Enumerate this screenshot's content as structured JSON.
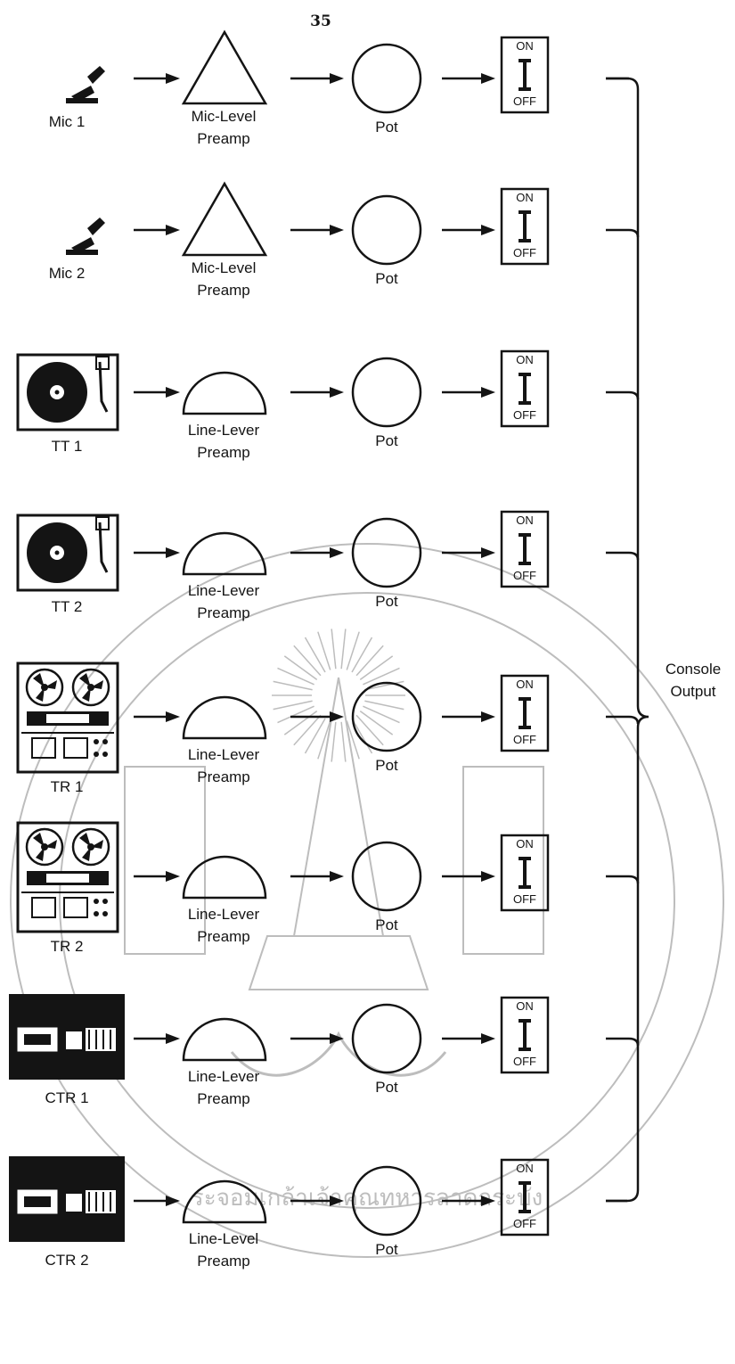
{
  "page_number": "35",
  "switch_labels": {
    "on": "ON",
    "off": "OFF"
  },
  "output_label": "Console\nOutput",
  "colors": {
    "ink": "#141414",
    "watermark": "#bdbdbd",
    "background": "#ffffff"
  },
  "watermark": {
    "type": "university-seal",
    "lettering": "มหาวิทยาลัยเทคโนโลยีพระจอมเกล้าเจ้าคุณทหารลาดกระบัง"
  },
  "channels": [
    {
      "source": "Mic 1",
      "source_icon": "microphone-icon",
      "preamp_shape": "triangle",
      "preamp_label": "Mic-Level\nPreamp",
      "pot_label": "Pot"
    },
    {
      "source": "Mic 2",
      "source_icon": "microphone-icon",
      "preamp_shape": "triangle",
      "preamp_label": "Mic-Level\nPreamp",
      "pot_label": "Pot"
    },
    {
      "source": "TT 1",
      "source_icon": "turntable-icon",
      "preamp_shape": "semicircle",
      "preamp_label": "Line-Lever\nPreamp",
      "pot_label": "Pot"
    },
    {
      "source": "TT 2",
      "source_icon": "turntable-icon",
      "preamp_shape": "semicircle",
      "preamp_label": "Line-Lever\nPreamp",
      "pot_label": "Pot"
    },
    {
      "source": "TR 1",
      "source_icon": "tape-recorder-icon",
      "preamp_shape": "semicircle",
      "preamp_label": "Line-Lever\nPreamp",
      "pot_label": "Pot"
    },
    {
      "source": "TR 2",
      "source_icon": "tape-recorder-icon",
      "preamp_shape": "semicircle",
      "preamp_label": "Line-Lever\nPreamp",
      "pot_label": "Pot"
    },
    {
      "source": "CTR 1",
      "source_icon": "cassette-deck-icon",
      "preamp_shape": "semicircle",
      "preamp_label": "Line-Lever\nPreamp",
      "pot_label": "Pot"
    },
    {
      "source": "CTR 2",
      "source_icon": "cassette-deck-icon",
      "preamp_shape": "semicircle",
      "preamp_label": "Line-Level\nPreamp",
      "pot_label": "Pot"
    }
  ]
}
